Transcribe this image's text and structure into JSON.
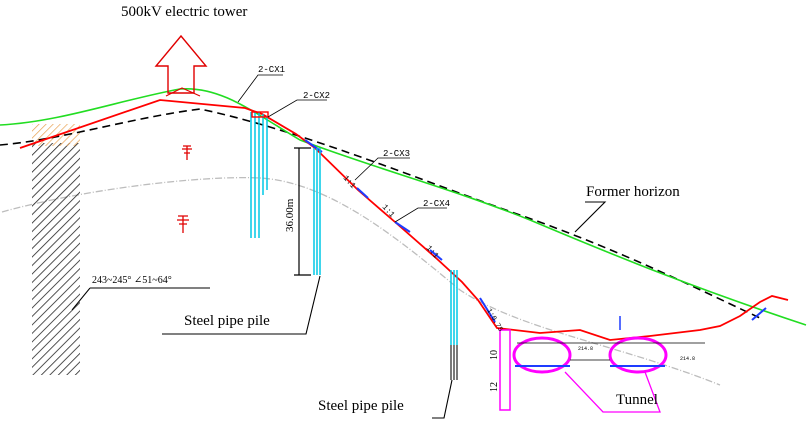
{
  "labels": {
    "tower": "500kV electric tower",
    "former_horizon": "Former horizon",
    "steel_pipe_pile_1": "Steel pipe pile",
    "steel_pipe_pile_2": "Steel pipe pile",
    "tunnel": "Tunnel",
    "rock_attitude": "243~245° ∠51~64°",
    "pile_length": "36.00m",
    "section_cx1": "2-CX1",
    "section_cx2": "2-CX2",
    "section_cx3": "2-CX3",
    "section_cx4": "2-CX4",
    "slope_ratio": "1:1",
    "slope_ratio_2": "1:0.75",
    "tunnel_dim_1": "10",
    "tunnel_dim_2": "12"
  },
  "colors": {
    "ground_line": "#22dd22",
    "former_horizon": "#000000",
    "excavation": "#ff0000",
    "retaining": "#1e3cff",
    "pile": "#00c8e6",
    "tunnel": "#ff00ff",
    "bedrock": "#222222",
    "weathered": "#f0b060",
    "grey_layer": "#bdbdbd"
  }
}
